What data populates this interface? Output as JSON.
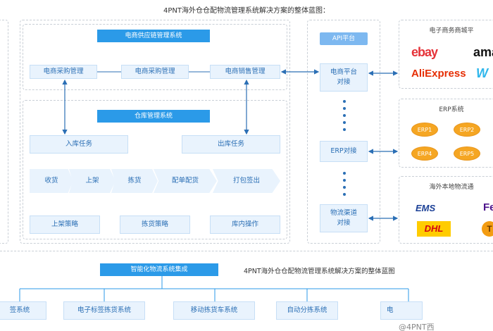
{
  "title": "4PNT海外仓仓配物流管理系统解决方案的整体蓝图：",
  "title2": "4PNT海外仓仓配物流管理系统解决方案的整体蓝图",
  "supply": {
    "header": "电商供应链管理系统",
    "items": [
      "电商采购管理",
      "电商采购管理",
      "电商销售管理"
    ]
  },
  "warehouse": {
    "header": "仓库管理系统",
    "inbound": "入库任务",
    "outbound": "出库任务",
    "flow": [
      "收货",
      "上架",
      "拣货",
      "配单配货",
      "打包签出"
    ],
    "strategies": [
      "上架策略",
      "拣货策略",
      "库内操作"
    ]
  },
  "api": {
    "header": "API平台",
    "items": [
      "电商平台\n对接",
      "ERP对接",
      "物流渠道\n对接"
    ]
  },
  "ecommerce": {
    "title": "电子商务商城平",
    "logos": [
      "ebay",
      "ama",
      "AliExpress",
      "W"
    ]
  },
  "erp": {
    "title": "ERP系统",
    "items": [
      "ERP1",
      "ERP2",
      "ERP4",
      "ERP5"
    ]
  },
  "logistics": {
    "title": "海外本地物流通",
    "logos": [
      "EMS",
      "Fe",
      "DHL",
      "T"
    ]
  },
  "smart": {
    "header": "智能化物流系统集成",
    "items": [
      "签系统",
      "电子标签拣货系统",
      "移动拣货车系统",
      "自动分拣系统",
      "电"
    ]
  },
  "watermark": "@4PNT西",
  "colors": {
    "accent": "#2b9ae8",
    "box": "#e9f3fd",
    "erp": "#f5a623"
  }
}
